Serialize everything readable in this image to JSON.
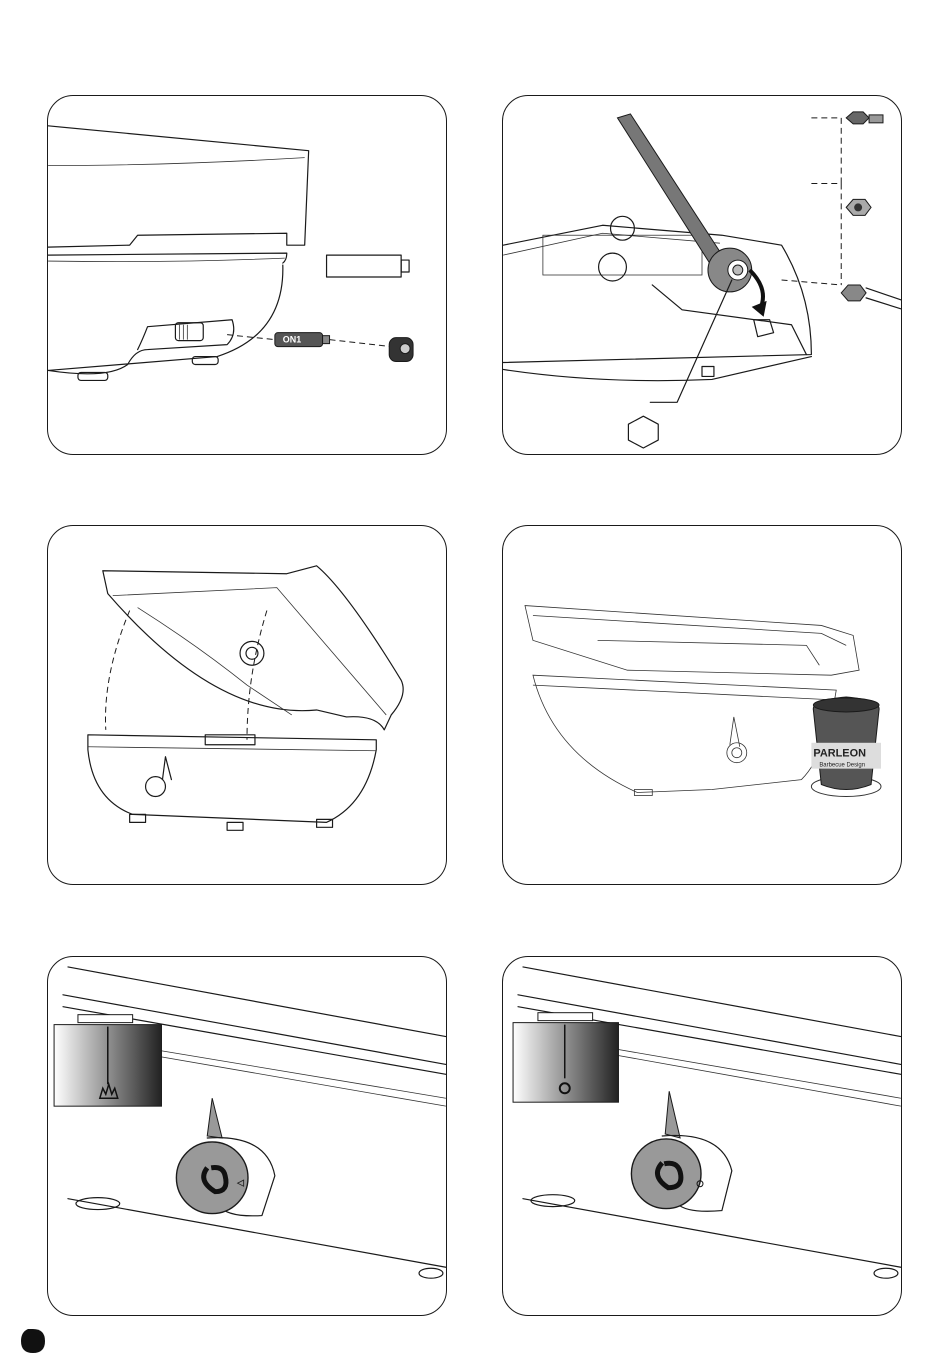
{
  "panels": [
    {
      "id": "battery-install",
      "battery_label": "ON1"
    },
    {
      "id": "gas-connection"
    },
    {
      "id": "lid-assembly"
    },
    {
      "id": "grill-with-cup",
      "cup_brand": "PARLEON",
      "cup_tagline": "Barbecue Design"
    },
    {
      "id": "knob-max-position"
    },
    {
      "id": "knob-off-position"
    }
  ],
  "icons": [
    "battery-icon",
    "hexagon-icon",
    "flame-max-icon",
    "off-circle-icon",
    "page-marker-icon"
  ]
}
